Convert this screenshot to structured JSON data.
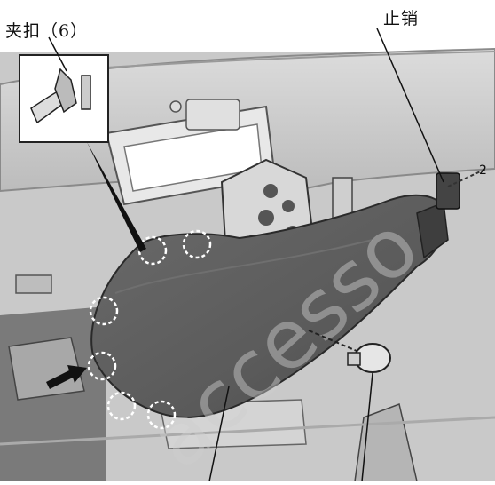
{
  "labels": {
    "clip": "夹扣（6）",
    "stop_pin": "止销"
  },
  "watermark": "accesso",
  "colors": {
    "panel": "#5b5b5b",
    "background": "#ffffff",
    "line": "#1a1a1a",
    "watermark": "#cfcfcf"
  },
  "icons": {
    "direction_arrow": "arrow-left-icon",
    "clip_markers": "dashed-circle-icon"
  }
}
